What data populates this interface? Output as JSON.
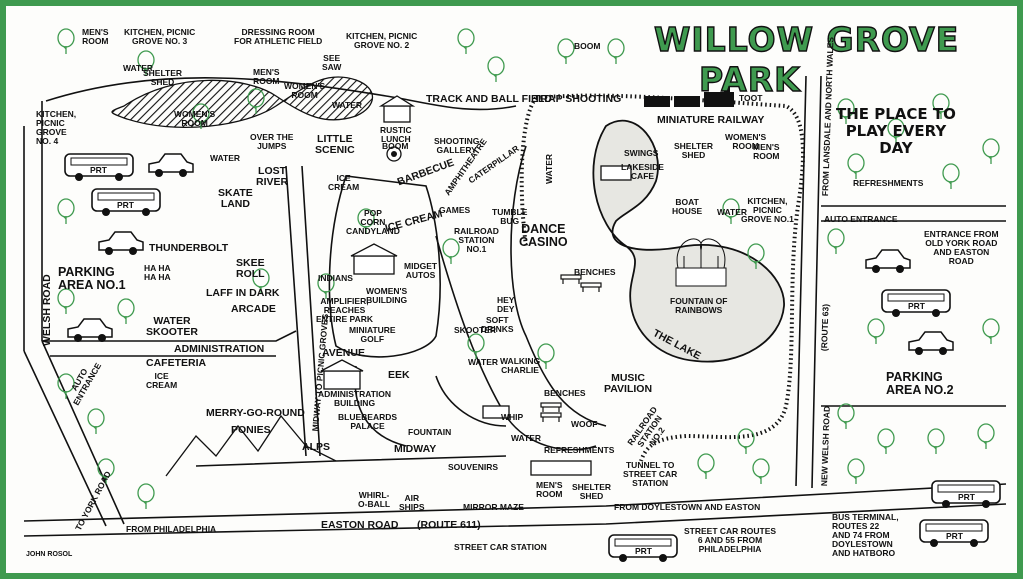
{
  "title": {
    "line1": "WILLOW GROVE",
    "line2": "PARK"
  },
  "tagline": "THE PLACE TO\nPLAY EVERY\nDAY",
  "credit": "JOHN ROSOL",
  "roads": {
    "welsh": "WELSH ROAD",
    "york": "TO YORK ROAD",
    "midway_picnic": "MIDWAY TO PICNIC GROVES",
    "new_welsh": "NEW WELSH ROAD",
    "route63": "(ROUTE 63)",
    "lansdale": "FROM LANSDALE AND NORTH WALES",
    "easton": "EASTON ROAD",
    "route611": "(ROUTE 611)",
    "from_philadelphia": "FROM PHILADELPHIA",
    "from_doylestown": "FROM DOYLESTOWN AND EASTON",
    "street_car_station": "STREET CAR STATION",
    "street_car_routes": "STREET CAR ROUTES\n6 AND 55 FROM\nPHILADELPHIA",
    "bus_terminal": "BUS TERMINAL,\nROUTES 22\nAND 74 FROM\nDOYLESTOWN\nAND HATBORO",
    "administration": "ADMINISTRATION",
    "avenue": "AVENUE",
    "midway": "MIDWAY",
    "auto_entrance_left": "AUTO\nENTRANCE",
    "auto_entrance_right": "AUTO ENTRANCE",
    "entrance_old_york": "ENTRANCE FROM\nOLD YORK ROAD\nAND EASTON\nROAD",
    "refreshments_right": "REFRESHMENTS",
    "tunnel": "TUNNEL TO\nSTREET CAR\nSTATION",
    "railroad_station_2": "RAILROAD\nSTATION\nNO.2"
  },
  "parking": {
    "area1": "PARKING\nAREA NO.1",
    "area2": "PARKING\nAREA NO.2"
  },
  "bus_label": "PRT",
  "places": {
    "mens_room_tl": "MEN'S\nROOM",
    "kitchen_grove3": "KITCHEN, PICNIC\nGROVE NO. 3",
    "dressing_room": "DRESSING ROOM\nFOR ATHLETIC FIELD",
    "kitchen_grove2": "KITCHEN, PICNIC\nGROVE NO. 2",
    "water_1": "WATER",
    "shelter_shed_1": "SHELTER\nSHED",
    "mens_room_2": "MEN'S\nROOM",
    "see_saw": "SEE\nSAW",
    "womens_room_1": "WOMEN'S\nROOM",
    "water_2": "WATER",
    "track_field": "TRACK AND BALL FIELD",
    "trap_shooting": "TRAP SHOOTING",
    "boom_1": "BOOM",
    "toot": "TOOT",
    "kitchen_grove4": "KITCHEN,\nPICNIC\nGROVE\nNO. 4",
    "womens_room_2": "WOMEN'S\nROOM",
    "over_jumps": "OVER THE\nJUMPS",
    "little_scenic": "LITTLE\nSCENIC",
    "rustic_lunch": "RUSTIC\nLUNCH",
    "shooting_gallery": "SHOOTING\nGALLERY",
    "boom_2": "BOOM",
    "barbecue": "BARBECUE",
    "amphitheatre": "AMPHITHEATRE",
    "caterpillar": "CATERPILLAR",
    "water_3": "WATER",
    "lost_river": "LOST\nRIVER",
    "ice_cream_1": "ICE\nCREAM",
    "skate_land": "SKATE\nLAND",
    "pop_corn": "POP\nCORN\nCANDYLAND",
    "ice_cream_2": "ICE CREAM",
    "games": "GAMES",
    "tumble_bug": "TUMBLE\nBUG",
    "water_4": "WATER",
    "thunderbolt": "THUNDERBOLT",
    "ha_ha": "HA HA\nHA HA",
    "skee_roll": "SKEE\nROLL",
    "laff_dark": "LAFF IN DARK",
    "arcade": "ARCADE",
    "water_skooter": "WATER\nSKOOTER",
    "indians": "INDIANS",
    "midget_autos": "MIDGET\nAUTOS",
    "womens_building": "WOMEN'S\nBUILDING",
    "amplifier": "AMPLIFIER,\nREACHES\nENTIRE PARK",
    "miniature_golf": "MINIATURE\nGOLF",
    "railroad_station_1": "RAILROAD\nSTATION\nNO.1",
    "skooter": "SKOOTER",
    "hey_dey": "HEY\nDEY",
    "soft_drinks": "SOFT\nDRINKS",
    "dance_casino": "DANCE\nCASINO",
    "benches_1": "BENCHES",
    "miniature_railway": "MINIATURE RAILWAY",
    "womens_room_3": "WOMEN'S\nROOM",
    "shelter_shed_2": "SHELTER\nSHED",
    "mens_room_3": "MEN'S\nROOM",
    "swings": "SWINGS",
    "lakeside_cafe": "LAKESIDE\nCAFE",
    "boat_house": "BOAT\nHOUSE",
    "water_5": "WATER",
    "kitchen_grove1": "KITCHEN,\nPICNIC\nGROVE NO.1",
    "fountain_rainbows": "FOUNTAIN OF\nRAINBOWS",
    "the_lake": "THE LAKE",
    "cafeteria": "CAFETERIA",
    "ice_cream_3": "ICE\nCREAM",
    "merry_go_round": "MERRY-GO-ROUND",
    "ponies": "PONIES",
    "administration_building": "ADMINISTRATION\nBUILDING",
    "bluebeards": "BLUEBEARDS\nPALACE",
    "eek": "EEK",
    "fountain_small": "FOUNTAIN",
    "water_walking": "WATER",
    "walking_charlie": "WALKING\nCHARLIE",
    "whip": "WHIP",
    "water_6": "WATER",
    "benches_2": "BENCHES",
    "music_pavilion": "MUSIC\nPAVILION",
    "woof": "WOOF",
    "refreshments_center": "REFRESHMENTS",
    "alps": "ALPS",
    "whirl_o_ball": "WHIRL-\nO-BALL",
    "air_ships": "AIR\nSHIPS",
    "souvenirs": "SOUVENIRS",
    "mirror_maze": "MIRROR MAZE",
    "mens_room_4": "MEN'S\nROOM",
    "shelter_shed_3": "SHELTER\nSHED"
  },
  "colors": {
    "green": "#3f9a4f",
    "ink": "#111111",
    "paper": "#fdfdfb",
    "water": "#e7e7e2"
  }
}
